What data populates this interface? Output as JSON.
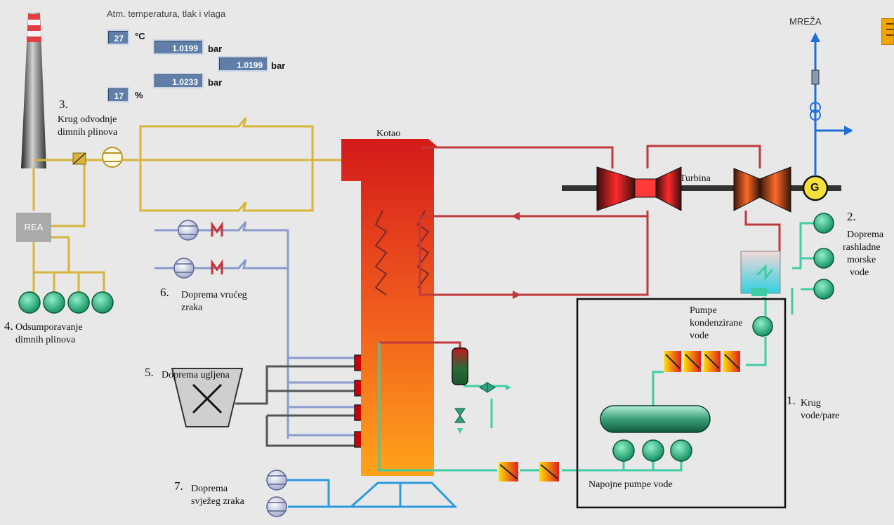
{
  "atmosphere": {
    "title": "Atm. temperatura, tlak i vlaga",
    "temperature": "27",
    "temperature_unit": "°C",
    "pressure_1": "1.0199",
    "pressure_2": "1.0199",
    "pressure_3": "1.0233",
    "pressure_unit": "bar",
    "humidity": "17",
    "humidity_unit": "%"
  },
  "grid_label": "MREŽA",
  "boiler_label": "Kotao",
  "turbine_label": "Turbina",
  "generator_label": "G",
  "rea_label": "REA",
  "labels": {
    "flue_gas_num": "3.",
    "flue_gas_l1": "Krug odvodnje",
    "flue_gas_l2": "dimnih plinova",
    "desulf_num": "4.",
    "desulf_l1": "Odsumporavanje",
    "desulf_l2": "dimnih plinova",
    "hot_air_num": "6.",
    "hot_air_l1": "Doprema vrućeg",
    "hot_air_l2": "zraka",
    "coal_num": "5.",
    "coal_l1": "Doprema ugljena",
    "fresh_air_num": "7.",
    "fresh_air_l1": "Doprema",
    "fresh_air_l2": "svježeg zraka",
    "cooling_num": "2.",
    "cooling_l1": "Doprema",
    "cooling_l2": "rashladne",
    "cooling_l3": "morske",
    "cooling_l4": "vode",
    "cond_pump_l1": "Pumpe",
    "cond_pump_l2": "kondenzirane",
    "cond_pump_l3": "vode",
    "water_steam_num": "1.",
    "water_steam_l1": "Krug",
    "water_steam_l2": "vode/pare",
    "feed_pump_l1": "Napojne pumpe vode"
  },
  "colors": {
    "flue_gas_pipe": "#d8b43a",
    "hot_air_pipe": "#8a9bd0",
    "steam_pipe": "#c0393b",
    "water_pipe": "#3fcca6",
    "grid_line": "#1e6fd8",
    "fresh_air_pipe": "#2a9be0",
    "coal_line": "#555555"
  }
}
